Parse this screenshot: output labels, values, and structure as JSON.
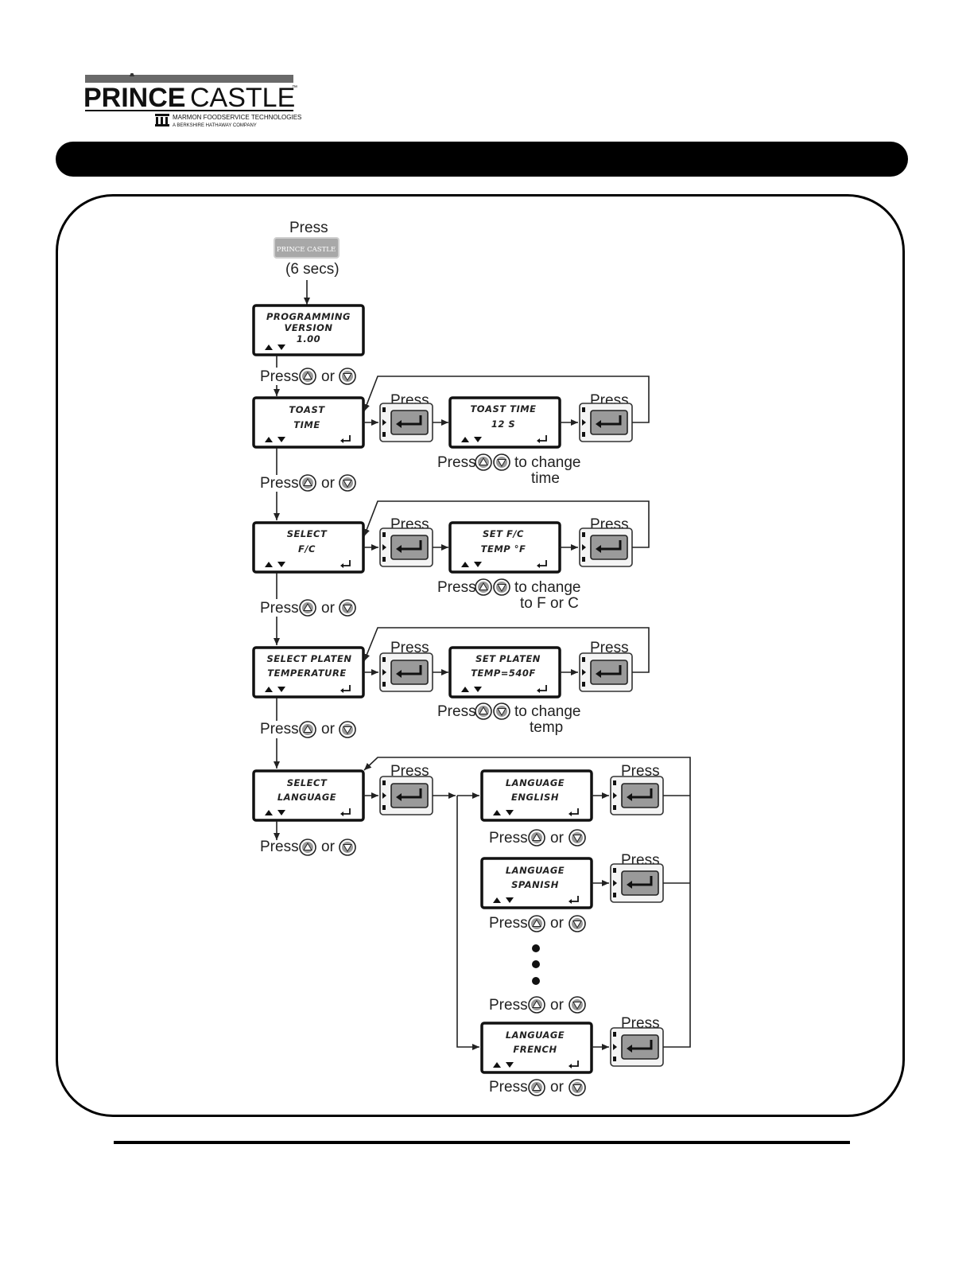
{
  "header": {
    "brand_bold": "PRINCE",
    "brand_light": "CASTLE",
    "tm": "™",
    "company_line1": "MARMON FOODSERVICE TECHNOLOGIES",
    "company_line2": "A BERKSHIRE HATHAWAY COMPANY",
    "mark_small": "MARMON"
  },
  "start": {
    "press": "Press",
    "button_label": "PRINCE CASTLE",
    "duration": "(6 secs)"
  },
  "labels": {
    "press": "Press",
    "or": "or",
    "to_change": "to change"
  },
  "screens": {
    "programming": {
      "line1": "PROGRAMMING",
      "line2": "VERSION",
      "line3": "1.00"
    },
    "toast_time": {
      "line1": "TOAST",
      "line2": "TIME"
    },
    "toast_time_value": {
      "line1": "TOAST TIME",
      "line2": "12 S"
    },
    "select_fc": {
      "line1": "SELECT",
      "line2": "F/C"
    },
    "set_fc": {
      "line1": "SET F/C",
      "line2": "TEMP °F"
    },
    "select_platen": {
      "line1": "SELECT PLATEN",
      "line2": "TEMPERATURE"
    },
    "set_platen": {
      "line1": "SET PLATEN",
      "line2": "TEMP=540F"
    },
    "select_language": {
      "line1": "SELECT",
      "line2": "LANGUAGE"
    },
    "lang_english": {
      "line1": "LANGUAGE",
      "line2": "ENGLISH"
    },
    "lang_spanish": {
      "line1": "LANGUAGE",
      "line2": "SPANISH"
    },
    "lang_french": {
      "line1": "LANGUAGE",
      "line2": "FRENCH"
    }
  },
  "change_captions": {
    "time": "time",
    "fc": "to F or C",
    "temp": "temp"
  },
  "icons": {
    "up": "up-arrow-button-icon",
    "down": "down-arrow-button-icon",
    "enter": "enter-key-icon",
    "ellipsis": "vertical-ellipsis"
  }
}
